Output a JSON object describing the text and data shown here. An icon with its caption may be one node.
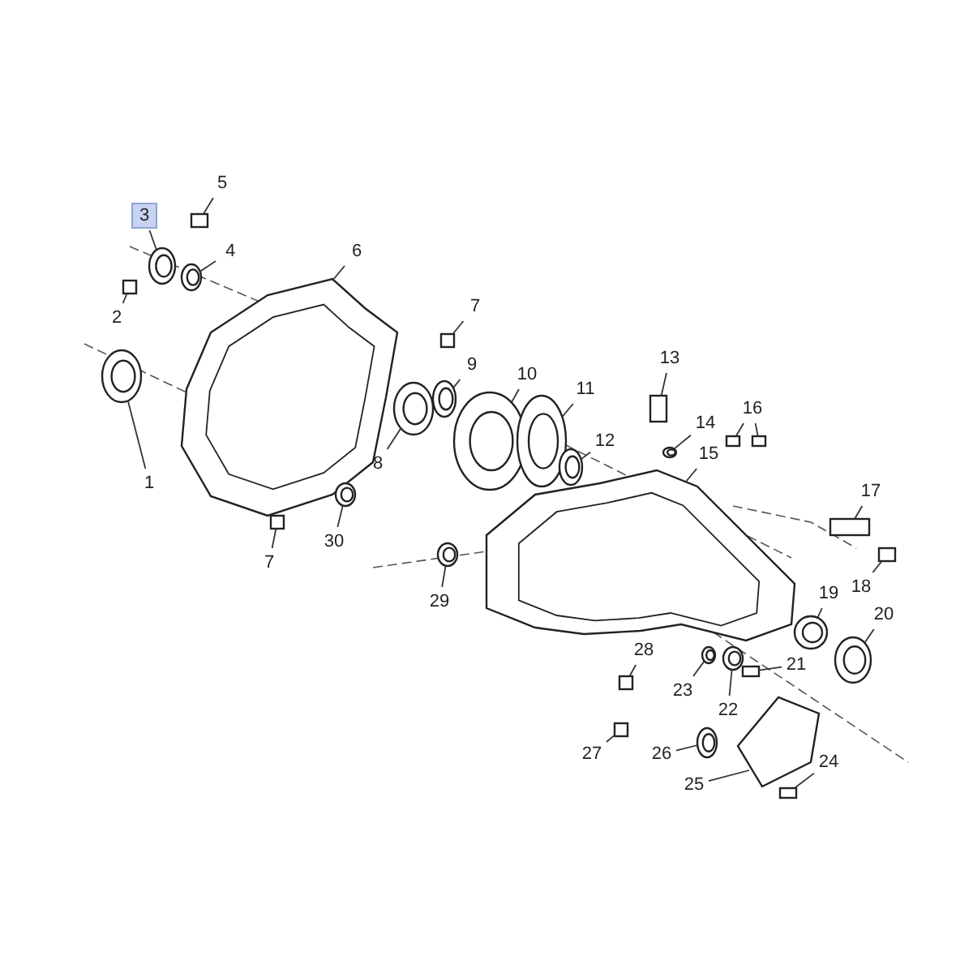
{
  "diagram": {
    "nodes": [
      {
        "text": [
          "1"
        ]
      },
      {
        "text": [
          "2"
        ]
      },
      {
        "text": [
          "3"
        ]
      },
      {
        "text": [
          "4"
        ]
      },
      {
        "text": [
          "5"
        ]
      },
      {
        "text": [
          "6"
        ]
      },
      {
        "text": [
          "7"
        ]
      },
      {
        "text": [
          "7"
        ]
      },
      {
        "text": [
          "8"
        ]
      },
      {
        "text": [
          "9"
        ]
      },
      {
        "text": [
          "10"
        ]
      },
      {
        "text": [
          "11"
        ]
      },
      {
        "text": [
          "12"
        ]
      },
      {
        "text": [
          "13"
        ]
      },
      {
        "text": [
          "14"
        ]
      },
      {
        "text": [
          "15"
        ]
      },
      {
        "text": [
          "16"
        ]
      },
      {
        "text": [
          "17"
        ]
      },
      {
        "text": [
          "18"
        ]
      },
      {
        "text": [
          "19"
        ]
      },
      {
        "text": [
          "20"
        ]
      },
      {
        "text": [
          "21"
        ]
      },
      {
        "text": [
          "22"
        ]
      },
      {
        "text": [
          "23"
        ]
      },
      {
        "text": [
          "24"
        ]
      },
      {
        "text": [
          "25"
        ]
      },
      {
        "text": [
          "26"
        ]
      },
      {
        "text": [
          "27"
        ]
      },
      {
        "text": [
          "28"
        ]
      },
      {
        "text": [
          "29"
        ]
      },
      {
        "text": [
          "30"
        ]
      },
      {
        "text": [],
        "shape": "circle"
      },
      {
        "text": [],
        "shape": "box"
      },
      {
        "text": [],
        "shape": "circle"
      },
      {
        "text": [],
        "shape": "circle"
      },
      {
        "text": [],
        "shape": "box"
      },
      {
        "text": [],
        "shape": "picture"
      },
      {
        "text": [],
        "shape": "box"
      },
      {
        "text": [],
        "shape": "box"
      },
      {
        "text": [],
        "shape": "circle"
      },
      {
        "text": [],
        "shape": "circle"
      },
      {
        "text": [],
        "shape": "circle"
      },
      {
        "text": [],
        "shape": "circle"
      },
      {
        "text": [],
        "shape": "circle"
      },
      {
        "text": [],
        "shape": "box"
      },
      {
        "text": [],
        "shape": "circle"
      },
      {
        "text": [],
        "shape": "picture"
      },
      {
        "text": [],
        "shape": "box"
      },
      {
        "text": [],
        "shape": "box"
      },
      {
        "text": [],
        "shape": "box"
      },
      {
        "text": [],
        "shape": "box"
      },
      {
        "text": [],
        "shape": "circle"
      },
      {
        "text": [],
        "shape": "circle"
      },
      {
        "text": [],
        "shape": "box"
      },
      {
        "text": [],
        "shape": "circle"
      },
      {
        "text": [],
        "shape": "circle"
      },
      {
        "text": [],
        "shape": "box"
      },
      {
        "text": [],
        "shape": "picture"
      },
      {
        "text": [],
        "shape": "circle"
      },
      {
        "text": [],
        "shape": "box"
      },
      {
        "text": [],
        "shape": "box"
      },
      {
        "text": [],
        "shape": "circle"
      },
      {
        "text": [],
        "shape": "circle"
      }
    ],
    "edges": [
      {
        "from": 0,
        "to": 31,
        "arrow": "none"
      },
      {
        "from": 1,
        "to": 32,
        "arrow": "none"
      },
      {
        "from": 2,
        "to": 33,
        "arrow": "none"
      },
      {
        "from": 3,
        "to": 34,
        "arrow": "none"
      },
      {
        "from": 4,
        "to": 35,
        "arrow": "none"
      },
      {
        "from": 5,
        "to": 36,
        "arrow": "none"
      },
      {
        "from": 6,
        "to": 37,
        "arrow": "none"
      },
      {
        "from": 7,
        "to": 38,
        "arrow": "none"
      },
      {
        "from": 8,
        "to": 39,
        "arrow": "none"
      },
      {
        "from": 9,
        "to": 40,
        "arrow": "none"
      },
      {
        "from": 10,
        "to": 41,
        "arrow": "none"
      },
      {
        "from": 11,
        "to": 42,
        "arrow": "none"
      },
      {
        "from": 12,
        "to": 43,
        "arrow": "none"
      },
      {
        "from": 13,
        "to": 44,
        "arrow": "none"
      },
      {
        "from": 14,
        "to": 45,
        "arrow": "none"
      },
      {
        "from": 15,
        "to": 46,
        "arrow": "none"
      },
      {
        "from": 16,
        "to": 47,
        "arrow": "none"
      },
      {
        "from": 16,
        "to": 48,
        "arrow": "none"
      },
      {
        "from": 17,
        "to": 49,
        "arrow": "none"
      },
      {
        "from": 18,
        "to": 50,
        "arrow": "none"
      },
      {
        "from": 19,
        "to": 51,
        "arrow": "none"
      },
      {
        "from": 20,
        "to": 52,
        "arrow": "none"
      },
      {
        "from": 21,
        "to": 53,
        "arrow": "none"
      },
      {
        "from": 22,
        "to": 54,
        "arrow": "none"
      },
      {
        "from": 23,
        "to": 55,
        "arrow": "none"
      },
      {
        "from": 24,
        "to": 56,
        "arrow": "none"
      },
      {
        "from": 25,
        "to": 57,
        "arrow": "none"
      },
      {
        "from": 26,
        "to": 58,
        "arrow": "none"
      },
      {
        "from": 27,
        "to": 59,
        "arrow": "none"
      },
      {
        "from": 28,
        "to": 60,
        "arrow": "none"
      },
      {
        "from": 29,
        "to": 61,
        "arrow": "none"
      },
      {
        "from": 30,
        "to": 62,
        "arrow": "none"
      }
    ]
  }
}
